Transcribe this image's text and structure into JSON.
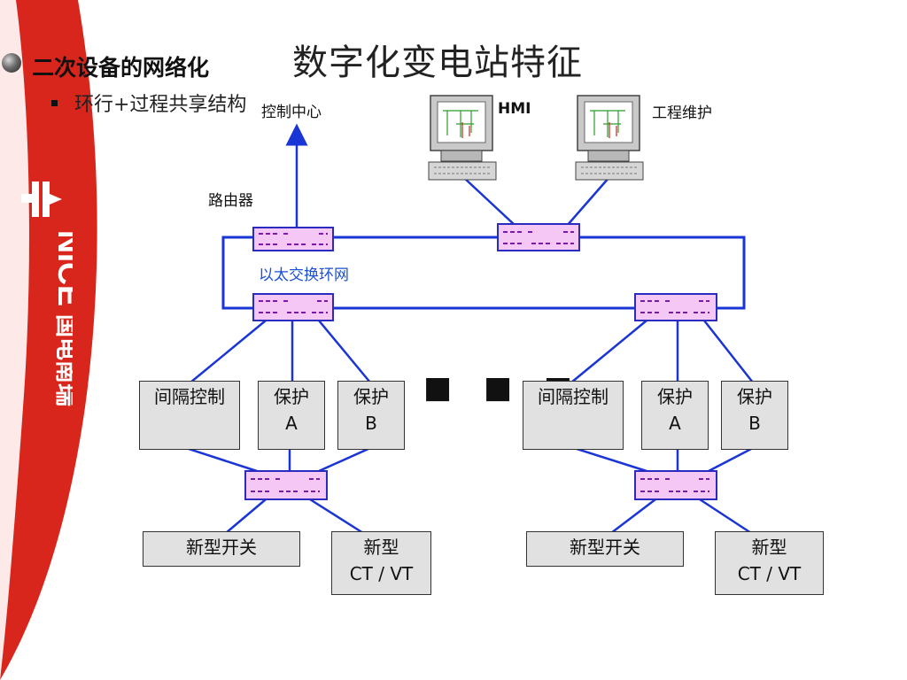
{
  "slide": {
    "title": "数字化变电站特征",
    "bullet_level1": "二次设备的网络化",
    "bullet_level2": "环行+过程共享结构"
  },
  "logo": {
    "brand_text": "NICE",
    "brand_cn": "国电南瑞",
    "colors": {
      "red": "#d9261c",
      "white": "#ffffff"
    }
  },
  "diagram": {
    "labels": {
      "control_center": "控制中心",
      "hmi": "HMI",
      "engineering": "工程维护",
      "router": "路由器",
      "ring_network": "以太交换环网"
    },
    "ellipsis": "■ ■ ■",
    "left_group": {
      "bay_control": "间隔控制",
      "protection_a": [
        "保护",
        "A"
      ],
      "protection_b": [
        "保护",
        "B"
      ],
      "new_switch": "新型开关",
      "new_ctvt": [
        "新型",
        "CT / VT"
      ]
    },
    "right_group": {
      "bay_control": "间隔控制",
      "protection_a": [
        "保护",
        "A"
      ],
      "protection_b": [
        "保护",
        "B"
      ],
      "new_switch": "新型开关",
      "new_ctvt": [
        "新型",
        "CT / VT"
      ]
    },
    "colors": {
      "link": "#1a35d6",
      "switch_fill": "#f4c7f4",
      "switch_stroke": "#2b2bbf",
      "switch_dash": "#7a1aa8",
      "box_fill": "#e1e1e1"
    }
  }
}
